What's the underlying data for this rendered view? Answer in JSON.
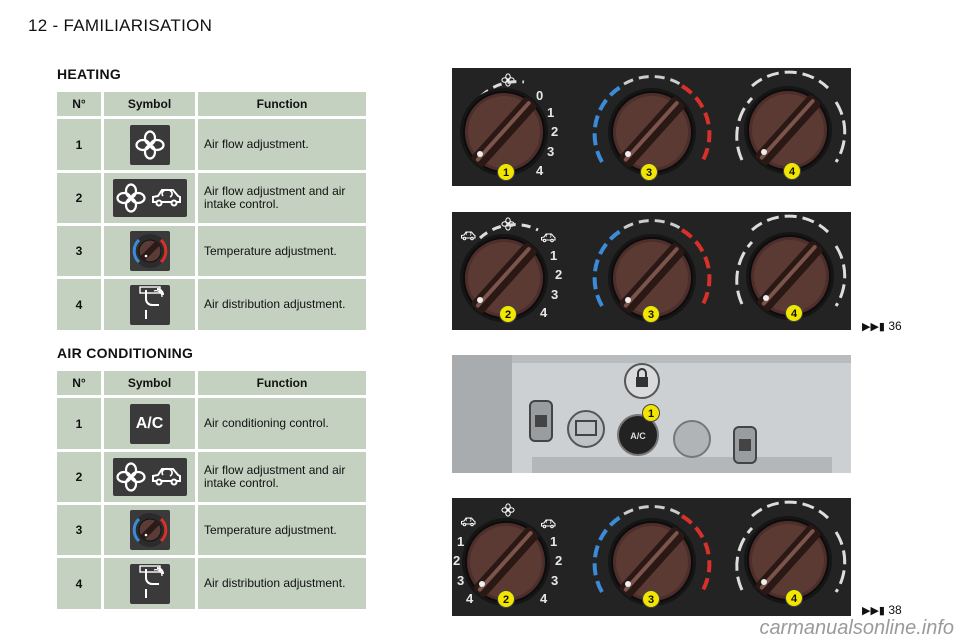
{
  "page": {
    "header": "12 - FAMILIARISATION"
  },
  "heating": {
    "title": "HEATING",
    "columns": [
      "N°",
      "Symbol",
      "Function"
    ],
    "rows": [
      {
        "num": "1",
        "symbol": "fan-icon",
        "function": "Air flow adjustment."
      },
      {
        "num": "2",
        "symbol": "fan-recirculation-icon",
        "function": "Air flow adjustment and air intake control."
      },
      {
        "num": "3",
        "symbol": "temperature-dial-icon",
        "function": "Temperature adjustment."
      },
      {
        "num": "4",
        "symbol": "air-distribution-icon",
        "function": "Air distribution adjustment."
      }
    ],
    "ref": "36"
  },
  "air_conditioning": {
    "title": "AIR CONDITIONING",
    "columns": [
      "N°",
      "Symbol",
      "Function"
    ],
    "rows": [
      {
        "num": "1",
        "symbol": "ac-icon",
        "ac_label": "A/C",
        "function": "Air conditioning control."
      },
      {
        "num": "2",
        "symbol": "fan-recirculation-icon",
        "function": "Air flow adjustment and air intake control."
      },
      {
        "num": "3",
        "symbol": "temperature-dial-icon",
        "function": "Temperature adjustment."
      },
      {
        "num": "4",
        "symbol": "air-distribution-icon",
        "function": "Air distribution adjustment."
      }
    ],
    "ref": "38"
  },
  "panels": {
    "panel1": {
      "scale": [
        "0",
        "1",
        "2",
        "3",
        "4"
      ],
      "badges": [
        "1",
        "3",
        "4"
      ]
    },
    "panel2": {
      "scale": [
        "1",
        "2",
        "3",
        "4"
      ],
      "badges": [
        "2",
        "3",
        "4"
      ]
    },
    "panel3": {
      "ac_button": "A/C",
      "badges": [
        "1"
      ]
    },
    "panel4": {
      "scale_left": [
        "1",
        "2",
        "3",
        "4"
      ],
      "scale_right": [
        "1",
        "2",
        "3",
        "4"
      ],
      "badges": [
        "2",
        "3",
        "4"
      ]
    }
  },
  "ref_icon": "fast-forward-icon",
  "watermark": "carmanualsonline.info",
  "colors": {
    "table_bg": "#c4d1c0",
    "badge": "#f2e600",
    "cold": "#3d8bd6",
    "hot": "#d8302a"
  }
}
